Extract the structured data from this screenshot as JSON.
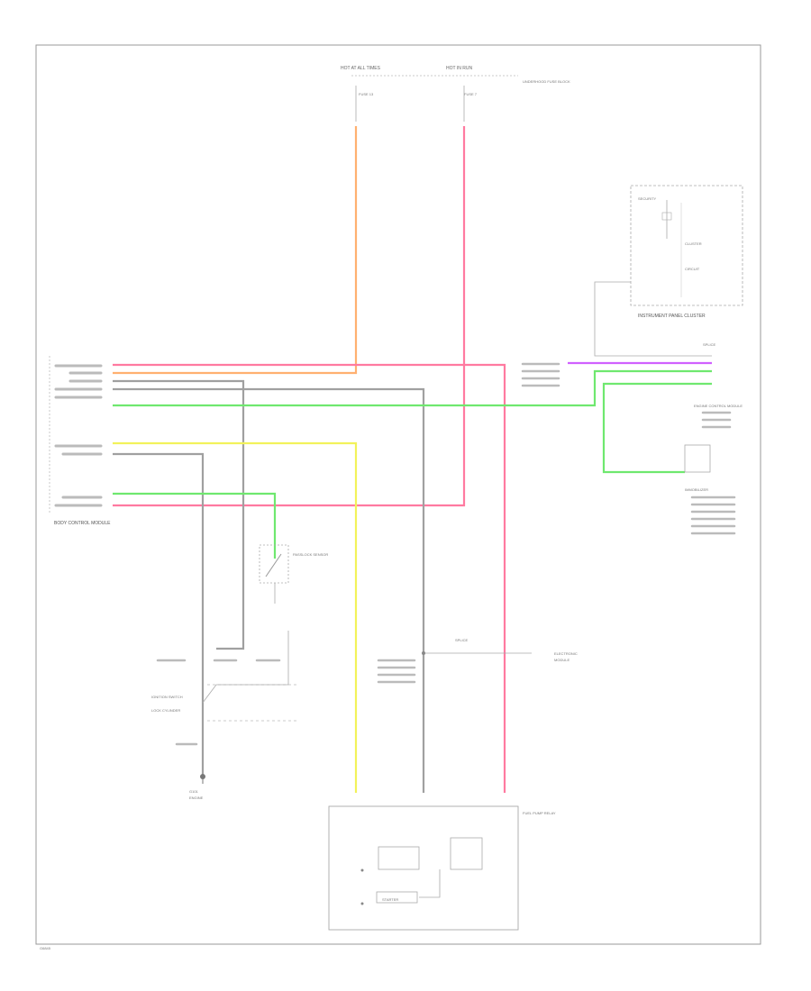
{
  "labels": {
    "hot_battery": "HOT AT ALL TIMES",
    "hot_run": "HOT IN RUN",
    "underhood_fuse": "UNDERHOOD FUSE BLOCK",
    "fuse_a": "FUSE 13",
    "fuse_b": "FUSE 7",
    "ipc": "INSTRUMENT PANEL CLUSTER",
    "ipc_inner_1": "SECURITY",
    "ipc_inner_2": "CLUSTER",
    "ipc_inner_3": "CIRCUIT",
    "bcm": "BODY CONTROL MODULE",
    "immobilizer": "IMMOBILIZER",
    "ecm": "ENGINE CONTROL MODULE",
    "sensor": "PASSLOCK SENSOR",
    "ground": "G101",
    "ground_sub": "ENGINE",
    "ignition_sw": "IGNITION SWITCH",
    "cylinder": "LOCK CYLINDER",
    "fuel_relay": "FUEL PUMP RELAY",
    "splice": "SPLICE",
    "electronic": "ELECTRONIC",
    "mod_label": "MODULE",
    "starter": "STARTER",
    "diagram_id": "G6845"
  },
  "wire_colors": {
    "orange": "#ffb070",
    "pink": "#ff7aa0",
    "gray": "#909090",
    "green": "#6fe86f",
    "yellow": "#f2f25a",
    "purple": "#d060ff"
  }
}
